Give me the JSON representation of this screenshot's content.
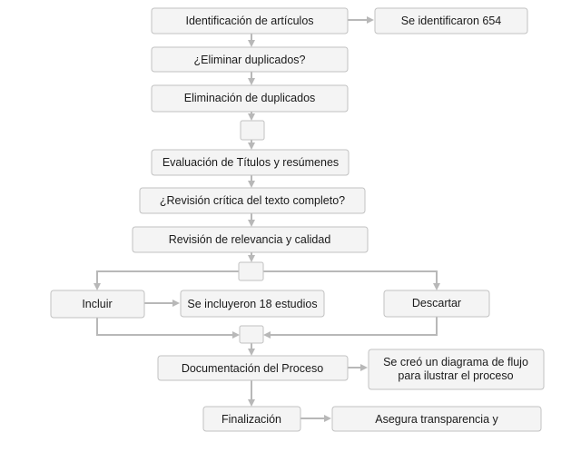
{
  "flowchart": {
    "nodes": {
      "identificacion": "Identificación de artículos",
      "identificados": "Se identificaron 654",
      "eliminar_pregunta": "¿Eliminar duplicados?",
      "eliminacion": "Eliminación de duplicados",
      "junction_1": "",
      "evaluacion": "Evaluación de Títulos y resúmenes",
      "revision_pregunta": "¿Revisión crítica del texto completo?",
      "revision": "Revisión de relevancia y calidad",
      "junction_2": "",
      "incluir": "Incluir",
      "incluidos": "Se incluyeron 18 estudios",
      "descartar": "Descartar",
      "junction_3": "",
      "documentacion": "Documentación del Proceso",
      "diagrama_line1": "Se creó un diagrama de flujo",
      "diagrama_line2": "para ilustrar el proceso",
      "finalizacion": "Finalización",
      "transparencia": "Asegura transparencia y"
    },
    "colors": {
      "box_fill": "#f4f4f4",
      "box_border": "#c2c2c2",
      "connector": "#b8b8b8",
      "text": "#1a1a1a"
    }
  }
}
